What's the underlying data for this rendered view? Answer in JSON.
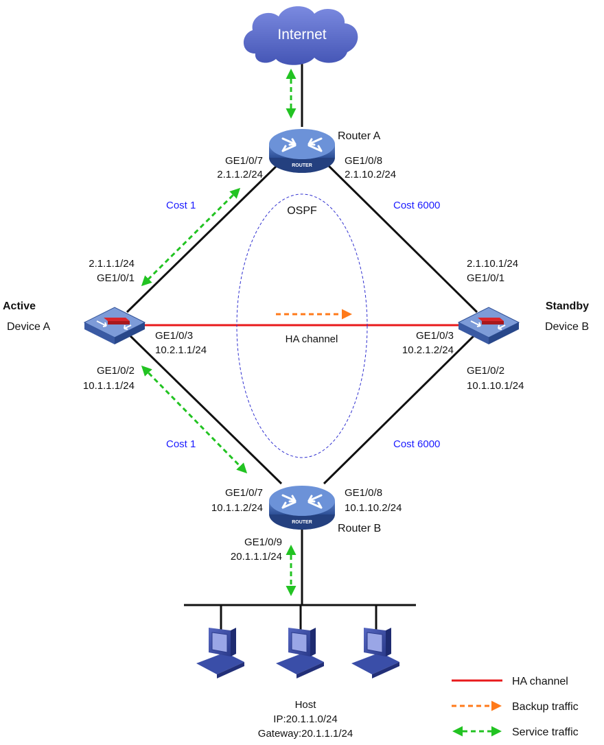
{
  "cloud": {
    "label": "Internet"
  },
  "router_a": {
    "name": "Router A",
    "badge": "ROUTER",
    "left_port": "GE1/0/7",
    "left_ip": "2.1.1.2/24",
    "right_port": "GE1/0/8",
    "right_ip": "2.1.10.2/24"
  },
  "router_b": {
    "name": "Router B",
    "badge": "ROUTER",
    "left_port": "GE1/0/7",
    "left_ip": "10.1.1.2/24",
    "right_port": "GE1/0/8",
    "right_ip": "10.1.10.2/24",
    "down_port": "GE1/0/9",
    "down_ip": "20.1.1.1/24"
  },
  "device_a": {
    "role": "Active",
    "name": "Device A",
    "up_ip": "2.1.1.1/24",
    "up_port": "GE1/0/1",
    "ha_port": "GE1/0/3",
    "ha_ip": "10.2.1.1/24",
    "down_port": "GE1/0/2",
    "down_ip": "10.1.1.1/24"
  },
  "device_b": {
    "role": "Standby",
    "name": "Device B",
    "up_ip": "2.1.10.1/24",
    "up_port": "GE1/0/1",
    "ha_port": "GE1/0/3",
    "ha_ip": "10.2.1.2/24",
    "down_port": "GE1/0/2",
    "down_ip": "10.1.10.1/24"
  },
  "ospf_label": "OSPF",
  "ha_channel_label": "HA channel",
  "costs": {
    "top_left": "Cost 1",
    "top_right": "Cost 6000",
    "bottom_left": "Cost 1",
    "bottom_right": "Cost 6000"
  },
  "host": {
    "name": "Host",
    "ip": "IP:20.1.1.0/24",
    "gateway": "Gateway:20.1.1.1/24"
  },
  "legend": [
    {
      "label": "HA channel",
      "style": "solid",
      "color": "#e8191b"
    },
    {
      "label": "Backup traffic",
      "style": "dashed-arrow",
      "color": "#ff7a1a"
    },
    {
      "label": "Service traffic",
      "style": "dashed-double-arrow",
      "color": "#22c322"
    }
  ],
  "colors": {
    "ha": "#e8191b",
    "backup": "#ff7a1a",
    "service": "#22c322",
    "cost": "#1a1aff",
    "ospf": "#3030d0",
    "device": "#3b5ea8",
    "cloud": "#5e6fc9"
  }
}
